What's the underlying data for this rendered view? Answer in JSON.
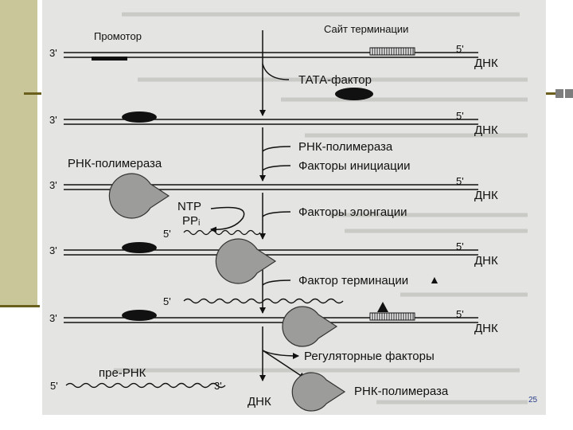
{
  "slide": {
    "page_number": "25",
    "accent_color": "#6b5f1e",
    "sidebar_color": "#c9c79a"
  },
  "diagram": {
    "promoter": "Промотор",
    "termination_site": "Сайт терминации",
    "three_prime": "3'",
    "five_prime": "5'",
    "dna": "ДНК",
    "tata_factor": "ТАТА-фактор",
    "rna_polymerase": "РНК-полимераза",
    "initiation_factors": "Факторы инициации",
    "rna_polymerase_left": "РНК-полимераза",
    "ntp": "NTP",
    "ppi": "PPᵢ",
    "elongation_factors": "Факторы элонгации",
    "termination_factor": "Фактор терминации",
    "termination_marker": "▲",
    "regulatory_factors": "Регуляторные факторы",
    "pre_rna": "пре-РНК",
    "rna_polymerase_bottom": "РНК-полимераза",
    "dna_bottom": "ДНК"
  }
}
